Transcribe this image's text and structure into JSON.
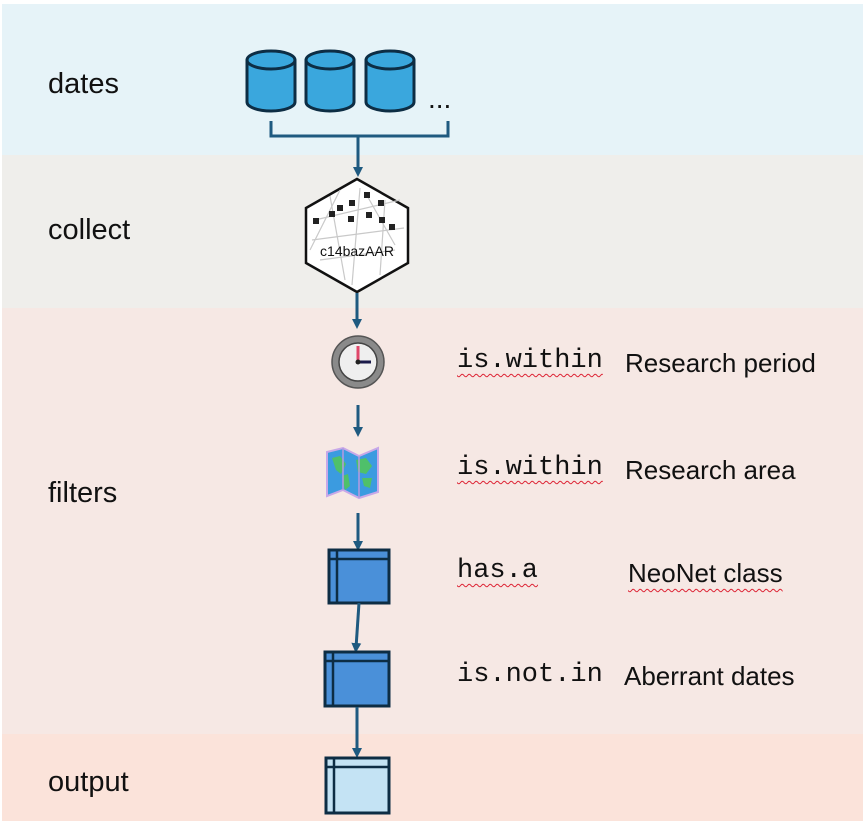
{
  "stages": {
    "dates": "dates",
    "collect": "collect",
    "filters": "filters",
    "output": "output"
  },
  "ellipsis": "...",
  "collector": {
    "label": "c14bazAAR"
  },
  "filters": [
    {
      "code": "is.within",
      "description": "Research period",
      "icon": "clock-icon"
    },
    {
      "code": "is.within",
      "description": "Research area",
      "icon": "world-map-icon"
    },
    {
      "code": "has.a",
      "description": "NeoNet class",
      "icon": "table-icon"
    },
    {
      "code": "is.not.in",
      "description": "Aberrant dates",
      "icon": "table-icon"
    }
  ],
  "colors": {
    "dates_band": "#e6f3f8",
    "collect_band": "#efeeeb",
    "filters_band": "#f6e8e4",
    "output_band": "#fbe3da",
    "arrow": "#1f5a80",
    "database": "#3aa7dd",
    "table": "#4a90d9",
    "output_table": "#c4e3f4"
  }
}
